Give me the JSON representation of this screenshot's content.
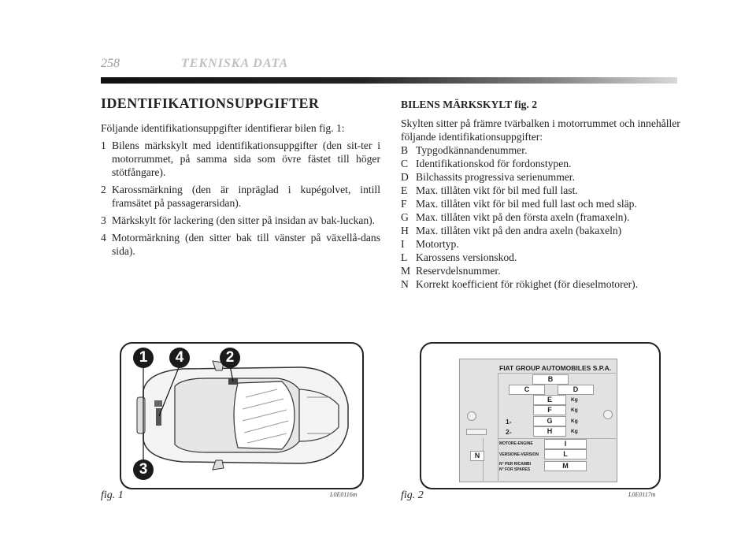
{
  "header": {
    "page_number": "258",
    "section": "TEKNISKA DATA"
  },
  "left": {
    "title": "IDENTIFIKATIONSUPPGIFTER",
    "intro": "Följande identifikationsuppgifter identifierar bilen fig. 1:",
    "items": [
      {
        "num": "1",
        "text": "Bilens märkskylt med identifikationsuppgifter (den sit-ter i motorrummet, på samma sida som övre fästet till höger stötfångare)."
      },
      {
        "num": "2",
        "text": "Karossmärkning (den är inpräglad i kupégolvet, intill framsätet på passagerarsidan)."
      },
      {
        "num": "3",
        "text": "Märkskylt för lackering (den sitter på insidan av bak-luckan)."
      },
      {
        "num": "4",
        "text": "Motormärkning (den sitter bak till vänster på växellå-dans sida)."
      }
    ]
  },
  "right": {
    "title": "BILENS MÄRKSKYLT fig. 2",
    "intro": "Skylten sitter på främre tvärbalken i motorrummet och innehåller följande identifikationsuppgifter:",
    "list": [
      {
        "k": "B",
        "v": "Typgodkännandenummer."
      },
      {
        "k": "C",
        "v": "Identifikationskod för fordonstypen."
      },
      {
        "k": "D",
        "v": "Bilchassits progressiva serienummer."
      },
      {
        "k": "E",
        "v": "Max. tillåten vikt för bil med full last."
      },
      {
        "k": "F",
        "v": "Max. tillåten vikt för bil med full last och med släp."
      },
      {
        "k": "G",
        "v": "Max. tillåten vikt på den första axeln (framaxeln)."
      },
      {
        "k": "H",
        "v": "Max. tillåten vikt på den andra axeln (bakaxeln)"
      },
      {
        "k": "I",
        "v": "Motortyp."
      },
      {
        "k": "L",
        "v": "Karossens versionskod."
      },
      {
        "k": "M",
        "v": "Reservdelsnummer."
      },
      {
        "k": "N",
        "v": "Korrekt koefficient för rökighet (för dieselmotorer)."
      }
    ]
  },
  "fig1": {
    "caption": "fig. 1",
    "code": "L0E0116m",
    "callouts": [
      "1",
      "4",
      "2",
      "3"
    ]
  },
  "fig2": {
    "caption": "fig. 2",
    "code": "L0E0117m",
    "plate": {
      "header": "FIAT GROUP AUTOMOBILES S.P.A.",
      "cells": {
        "B": "B",
        "C": "C",
        "D": "D",
        "E": "E",
        "F": "F",
        "G": "G",
        "H": "H",
        "I": "I",
        "L": "L",
        "M": "M",
        "N": "N"
      },
      "kg": "Kg",
      "axle1": "1-",
      "axle2": "2-",
      "engine_label": "MOTORE-ENGINE",
      "version_label": "VERSIONE-VERSION",
      "spares_label_1": "N° PER RICAMBI",
      "spares_label_2": "N° FOR SPARES"
    }
  }
}
